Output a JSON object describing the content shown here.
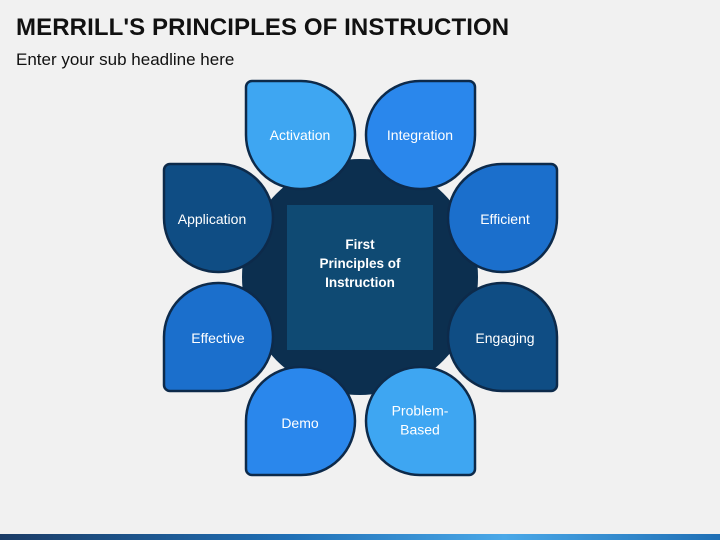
{
  "header": {
    "title": "MERRILL'S PRINCIPLES OF INSTRUCTION",
    "subtitle": "Enter your sub headline here"
  },
  "center": {
    "lines": [
      "First",
      "Principles of",
      "Instruction"
    ],
    "color": "#0f4a73"
  },
  "petals": [
    {
      "id": "activation",
      "lines": [
        "Activation"
      ],
      "color": "#3ea6f2"
    },
    {
      "id": "integration",
      "lines": [
        "Integration"
      ],
      "color": "#2a87ec"
    },
    {
      "id": "efficient",
      "lines": [
        "Efficient"
      ],
      "color": "#1b6fcc"
    },
    {
      "id": "engaging",
      "lines": [
        "Engaging"
      ],
      "color": "#0f4d84"
    },
    {
      "id": "problem",
      "lines": [
        "Problem-",
        "Based"
      ],
      "color": "#3ea6f2"
    },
    {
      "id": "demo",
      "lines": [
        "Demo"
      ],
      "color": "#2a87ec"
    },
    {
      "id": "effective",
      "lines": [
        "Effective"
      ],
      "color": "#1b6fcc"
    },
    {
      "id": "application",
      "lines": [
        "Application"
      ],
      "color": "#0f4d84"
    }
  ],
  "colors": {
    "background": "#f1f1f1",
    "outline": "#0d2a4a",
    "ring": "#0c2f4f"
  }
}
